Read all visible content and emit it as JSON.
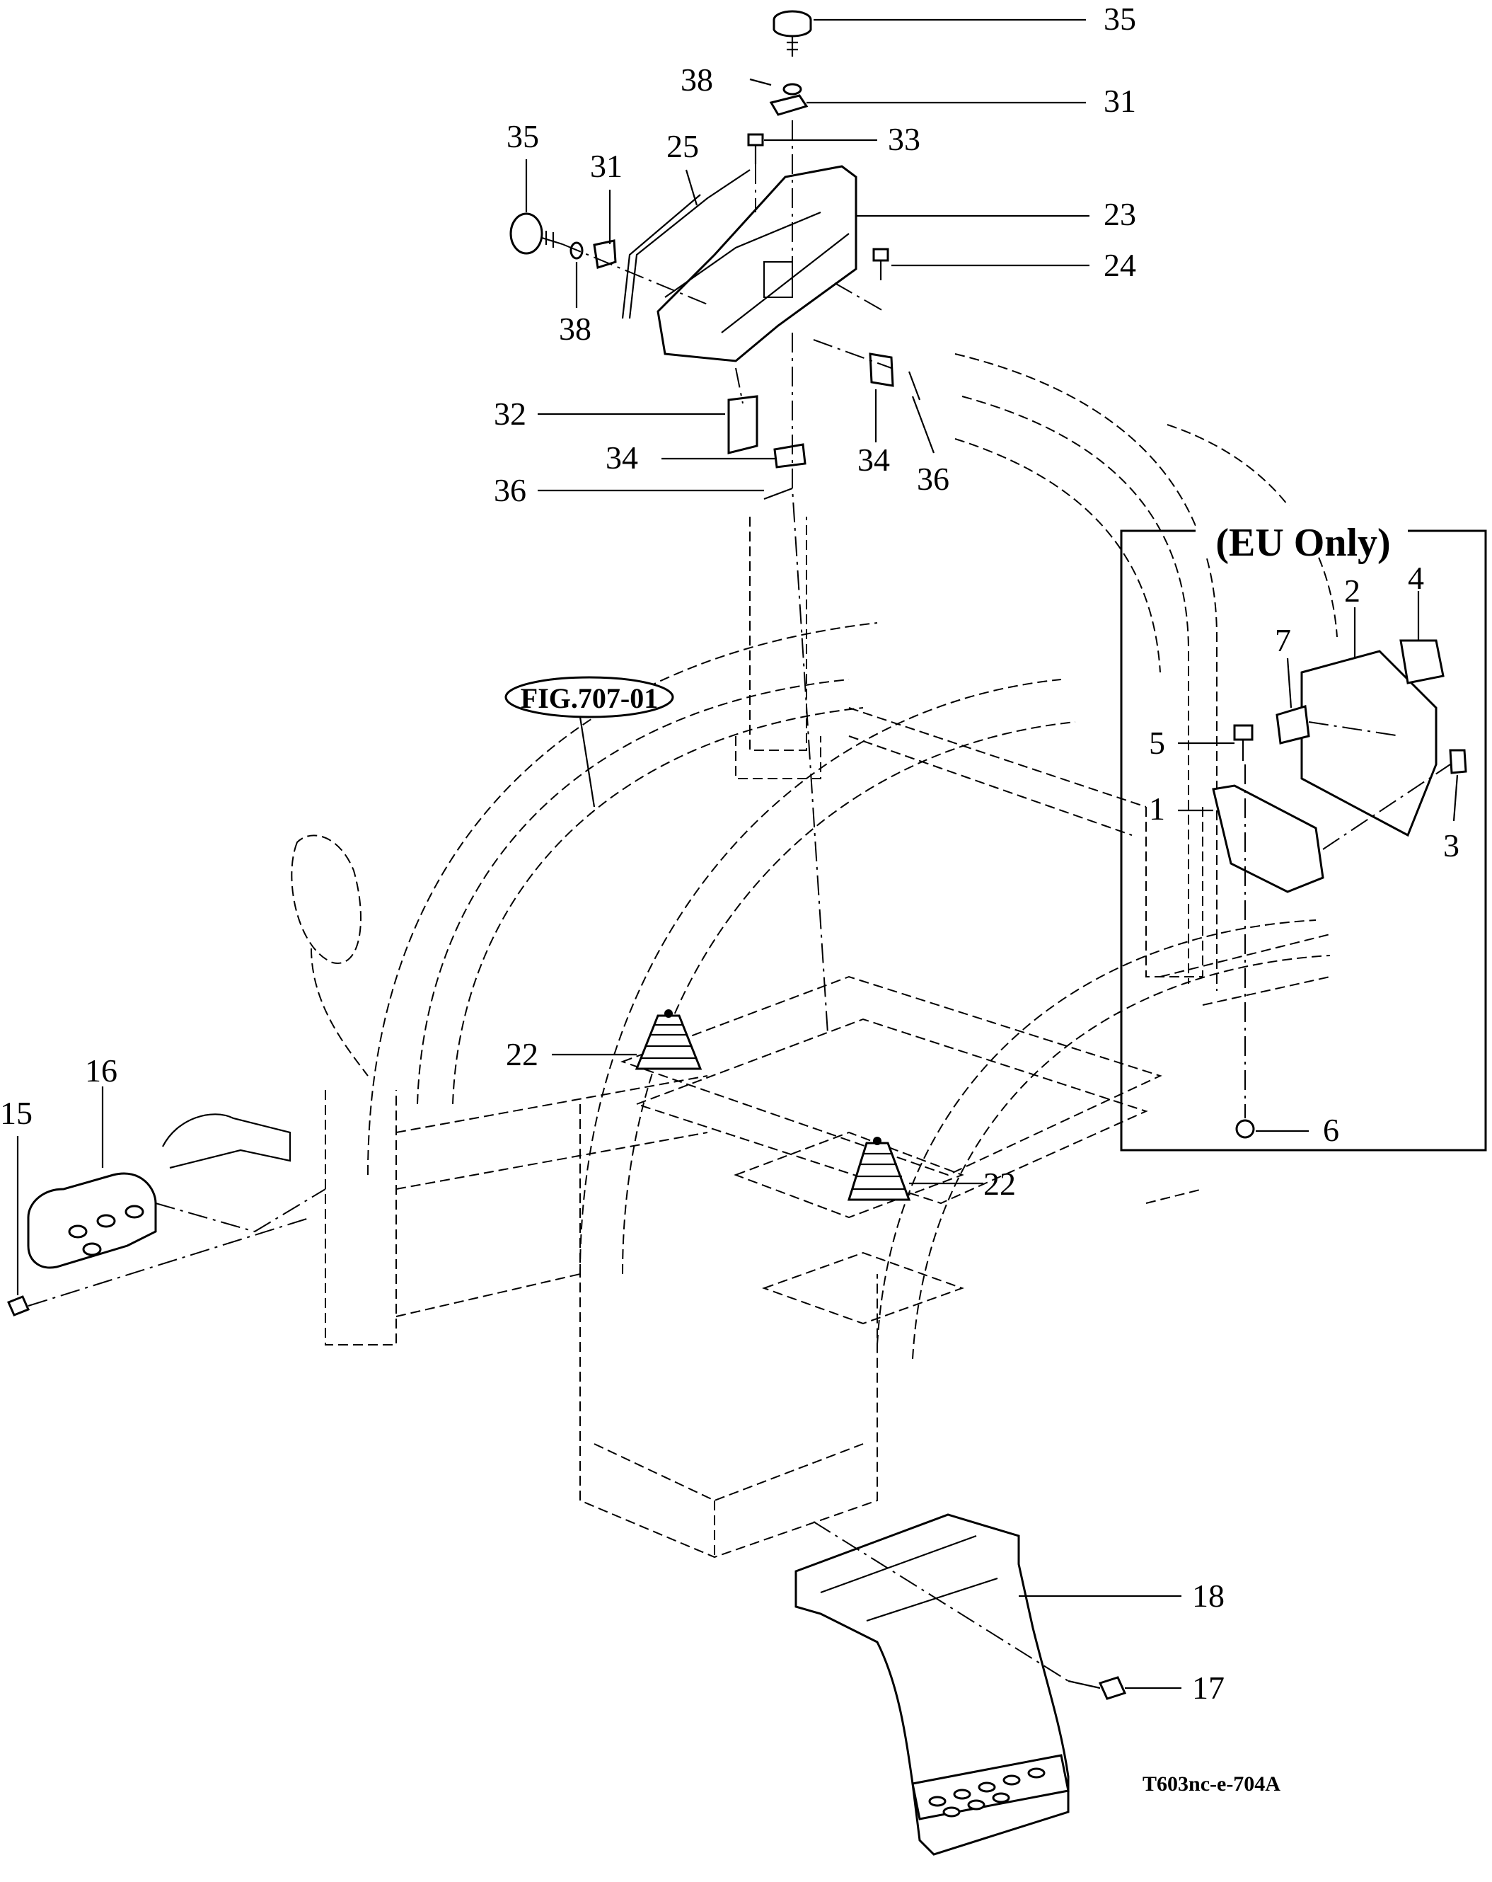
{
  "figure_id": "T603nc-e-704A",
  "eu_box": {
    "title": "(EU Only)"
  },
  "reference": {
    "label": "FIG.707-01"
  },
  "callouts": [
    {
      "id": "c35a",
      "label": "35"
    },
    {
      "id": "c38a",
      "label": "38"
    },
    {
      "id": "c31a",
      "label": "31"
    },
    {
      "id": "c33",
      "label": "33"
    },
    {
      "id": "c35b",
      "label": "35"
    },
    {
      "id": "c31b",
      "label": "31"
    },
    {
      "id": "c25",
      "label": "25"
    },
    {
      "id": "c23",
      "label": "23"
    },
    {
      "id": "c24",
      "label": "24"
    },
    {
      "id": "c38b",
      "label": "38"
    },
    {
      "id": "c32",
      "label": "32"
    },
    {
      "id": "c34a",
      "label": "34"
    },
    {
      "id": "c34b",
      "label": "34"
    },
    {
      "id": "c36a",
      "label": "36"
    },
    {
      "id": "c36b",
      "label": "36"
    },
    {
      "id": "c2",
      "label": "2"
    },
    {
      "id": "c4",
      "label": "4"
    },
    {
      "id": "c7",
      "label": "7"
    },
    {
      "id": "c5",
      "label": "5"
    },
    {
      "id": "c1",
      "label": "1"
    },
    {
      "id": "c3",
      "label": "3"
    },
    {
      "id": "c6",
      "label": "6"
    },
    {
      "id": "c22a",
      "label": "22"
    },
    {
      "id": "c22b",
      "label": "22"
    },
    {
      "id": "c16",
      "label": "16"
    },
    {
      "id": "c15",
      "label": "15"
    },
    {
      "id": "c18",
      "label": "18"
    },
    {
      "id": "c17",
      "label": "17"
    }
  ]
}
